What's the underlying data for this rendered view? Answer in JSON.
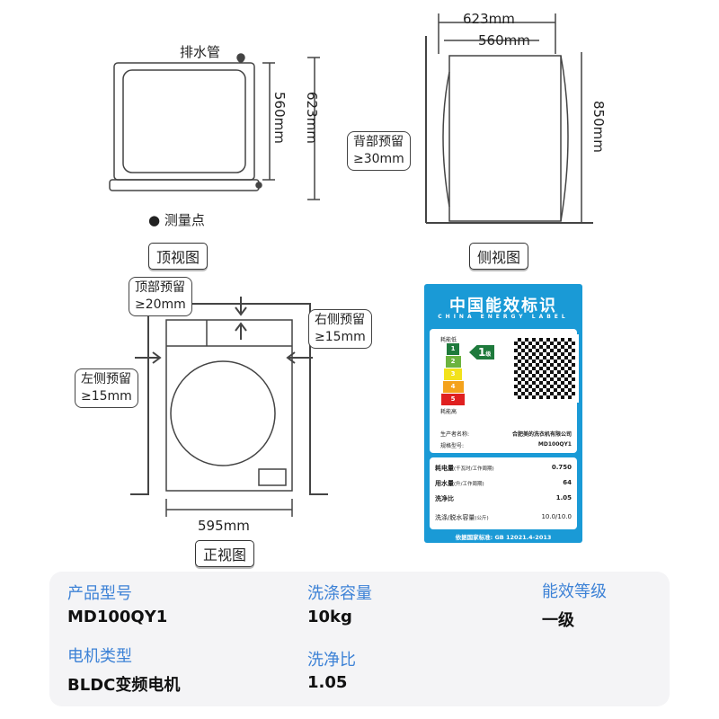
{
  "top_view": {
    "drain_label": "排水管",
    "dim_inner": "560mm",
    "dim_outer": "623mm",
    "measure_point": "测量点",
    "title": "顶视图"
  },
  "side_view": {
    "dim_outer": "623mm",
    "dim_inner": "560mm",
    "height": "850mm",
    "back_clearance_title": "背部预留",
    "back_clearance_value": "≥30mm",
    "title": "侧视图"
  },
  "front_view": {
    "top_title": "顶部预留",
    "top_value": "≥20mm",
    "right_title": "右侧预留",
    "right_value": "≥15mm",
    "left_title": "左侧预留",
    "left_value": "≥15mm",
    "width": "595mm",
    "title": "正视图"
  },
  "energy_label": {
    "title": "中国能效标识",
    "subtitle": "CHINA ENERGY LABEL",
    "low": "耗能低",
    "high": "耗能高",
    "grades": [
      "1",
      "2",
      "3",
      "4",
      "5"
    ],
    "grade_colors": [
      "#1e7a3c",
      "#6cb33f",
      "#f2e21b",
      "#f4a21c",
      "#e02020"
    ],
    "current_grade": "1",
    "grade_unit": "级",
    "manufacturer_label": "生产者名称:",
    "manufacturer": "合肥美的洗衣机有限公司",
    "model_label": "规格型号:",
    "model": "MD100QY1",
    "rows": [
      {
        "label": "耗电量",
        "unit": "(千瓦时/工作周期)",
        "value": "0.750"
      },
      {
        "label": "用水量",
        "unit": "(升/工作周期)",
        "value": "64"
      },
      {
        "label": "洗净比",
        "unit": "",
        "value": "1.05"
      },
      {
        "label": "洗涤/脱水容量",
        "unit": "(公斤)",
        "value": "10.0/10.0"
      }
    ],
    "standard": "依据国家标准: GB 12021.4-2013"
  },
  "specs": [
    {
      "label": "产品型号",
      "value": "MD100QY1"
    },
    {
      "label": "洗涤容量",
      "value": "10kg"
    },
    {
      "label": "能效等级",
      "value": "一级"
    },
    {
      "label": "电机类型",
      "value": "BLDC变频电机"
    },
    {
      "label": "洗净比",
      "value": "1.05"
    }
  ]
}
